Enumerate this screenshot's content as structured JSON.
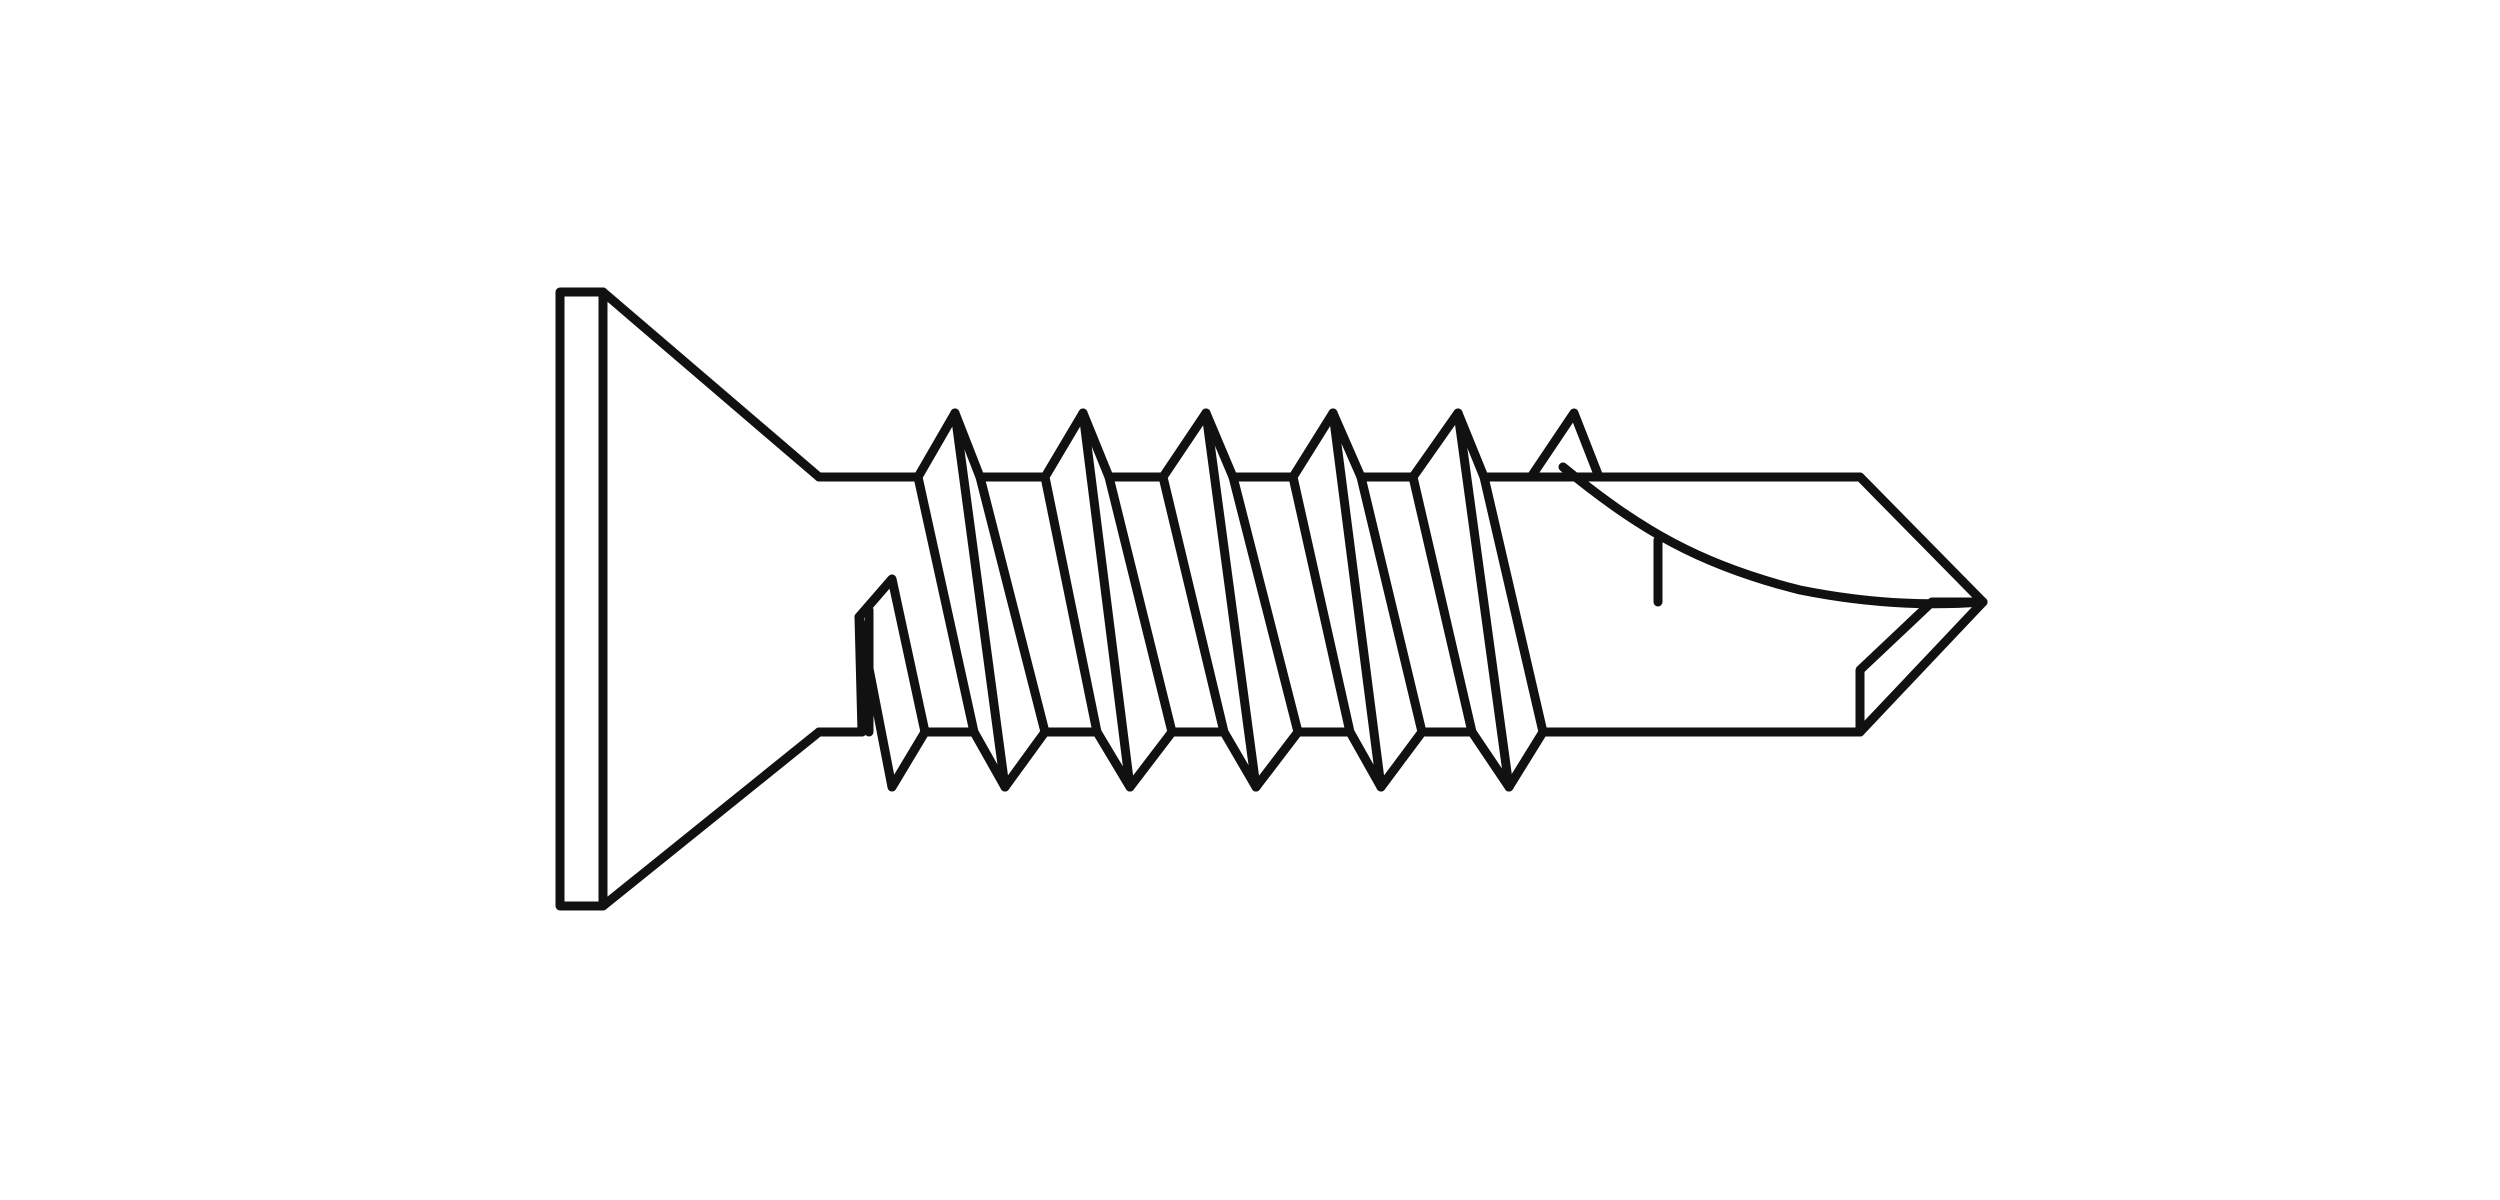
{
  "drawing": {
    "subject": "self-drilling-flat-head-screw",
    "line_color": "#111111",
    "background_color": "#ffffff",
    "parts": [
      "head-cap",
      "countersunk-head",
      "shank",
      "thread",
      "drill-point",
      "flute"
    ]
  }
}
